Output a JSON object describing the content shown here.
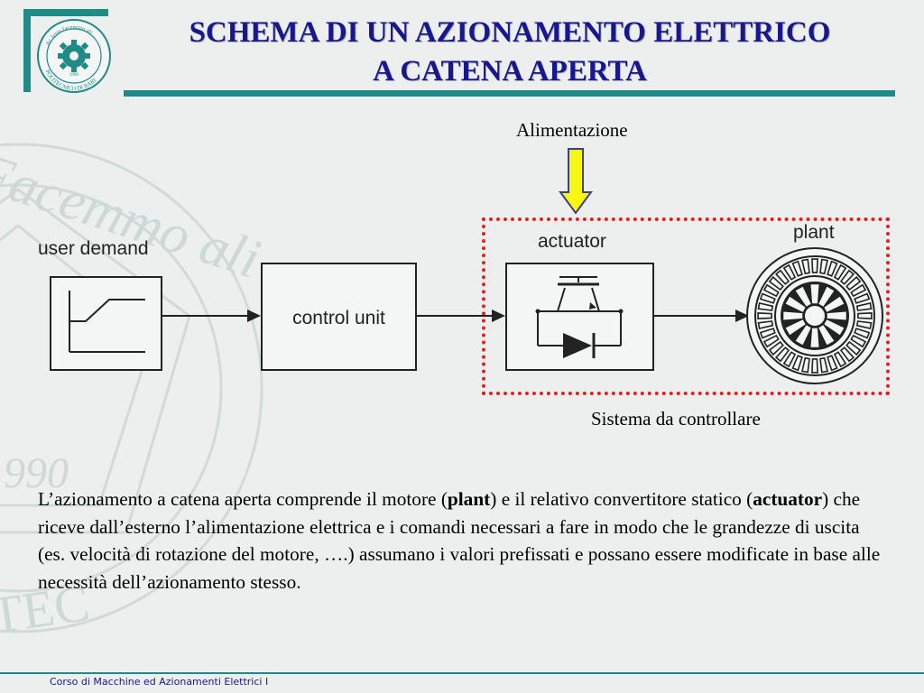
{
  "header": {
    "title_line1": "SCHEMA DI UN AZIONAMENTO ELETTRICO",
    "title_line2": "A CATENA APERTA",
    "logo_text": [
      "Ac ferro facemmo ali",
      "POLITECNICO DI BARI",
      "1990"
    ],
    "accent_color": "#1f8a86",
    "title_color": "#17178f"
  },
  "diagram": {
    "supply_label": "Alimentazione",
    "user_demand_label": "user demand",
    "control_unit_label": "control unit",
    "actuator_label": "actuator",
    "plant_label": "plant",
    "system_label": "Sistema da controllare",
    "arrow_color": "#f7f712",
    "boundary_color": "#e0201f"
  },
  "body": {
    "p1": "L’azionamento a catena aperta comprende il motore (",
    "b1": "plant",
    "p2": ") e il relativo convertitore statico (",
    "b2": "actuator",
    "p3": ") che riceve dall’esterno l’alimentazione elettrica e i comandi necessari a fare in modo che le grandezze di uscita (es. velocità di rotazione del motore, ….) assumano i valori prefissati e possano essere modificate in base alle necessità dell’azionamento stesso."
  },
  "footer": {
    "course": "Corso di Macchine ed Azionamenti Elettrici I"
  }
}
